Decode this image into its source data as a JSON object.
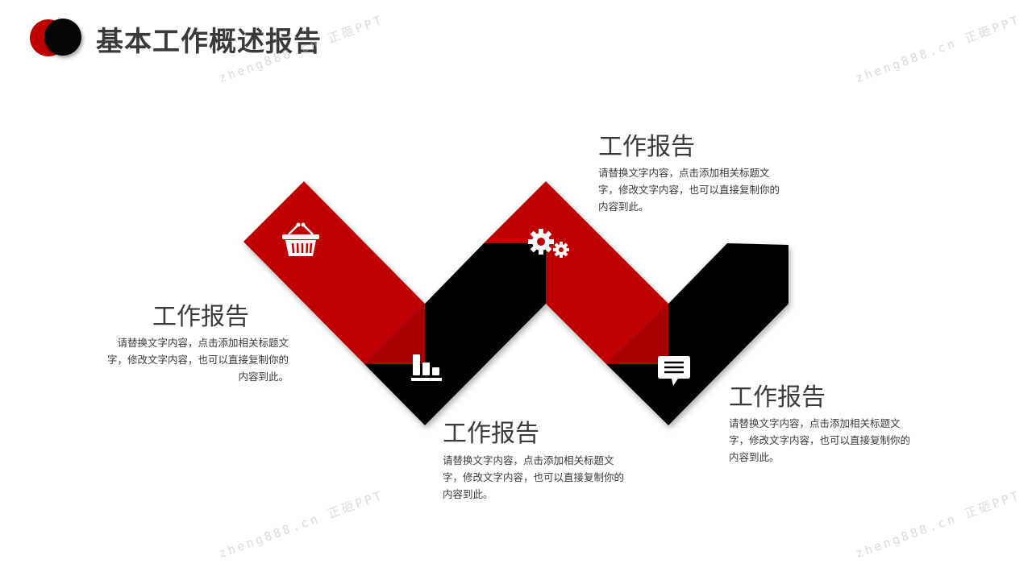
{
  "header": {
    "title": "基本工作概述报告"
  },
  "colors": {
    "accent_red": "#c00000",
    "dark": "#050505",
    "text": "#3a3a3a"
  },
  "blocks": [
    {
      "title": "工作报告",
      "body": "请替换文字内容，点击添加相关标题文字，修改文字内容，也可以直接复制你的内容到此。",
      "icon": "basket-icon"
    },
    {
      "title": "工作报告",
      "body": "请替换文字内容，点击添加相关标题文字，修改文字内容，也可以直接复制你的内容到此。",
      "icon": "bar-chart-icon"
    },
    {
      "title": "工作报告",
      "body": "请替换文字内容，点击添加相关标题文字，修改文字内容，也可以直接复制你的内容到此。",
      "icon": "gears-icon"
    },
    {
      "title": "工作报告",
      "body": "请替换文字内容，点击添加相关标题文字，修改文字内容，也可以直接复制你的内容到此。",
      "icon": "chat-bubble-icon"
    }
  ],
  "watermarks": [
    "zheng888.cn 正砸PPT",
    "zheng888.cn 正砸PPT",
    "zheng888.cn 正砸PPT",
    "zheng888.cn 正砸PPT"
  ]
}
